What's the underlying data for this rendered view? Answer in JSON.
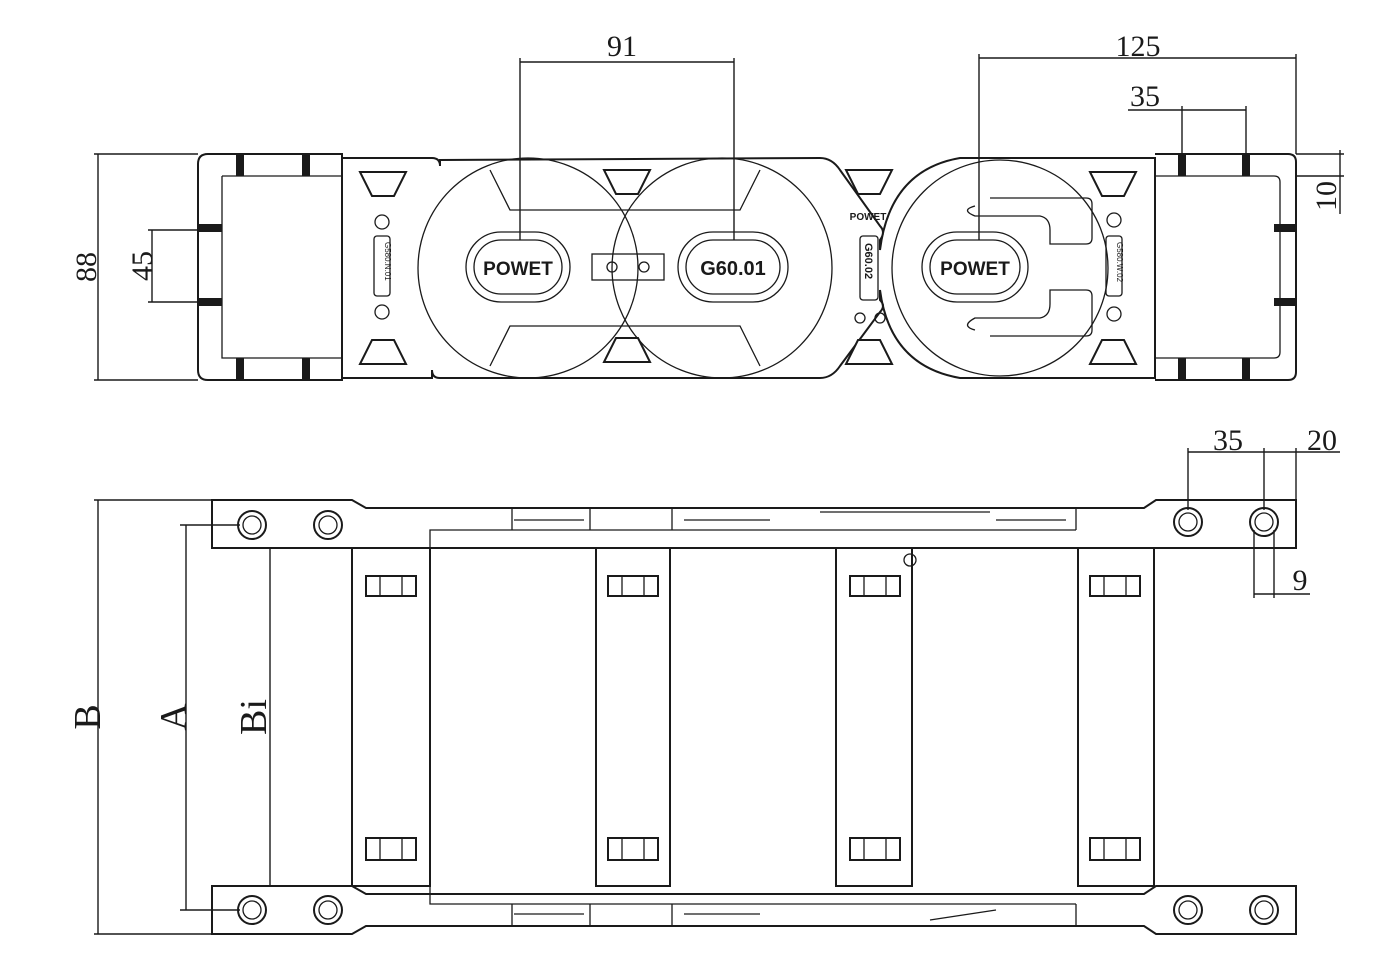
{
  "top_view": {
    "brand_left": "POWET",
    "model_center": "G60.01",
    "model_mid": "G60.02",
    "brand_mid": "POWET",
    "brand_right": "POWET",
    "side_tag_left": "G580.N.01",
    "side_tag_right": "G580.W.02",
    "dim_pitch": "91",
    "dim_end_length": "125",
    "dim_hole_spacing": "35",
    "dim_offset": "10",
    "dim_height": "88",
    "dim_inner": "45"
  },
  "bottom_view": {
    "dim_hole_spacing": "35",
    "dim_edge": "20",
    "dim_hole_dia": "9",
    "label_B": "B",
    "label_A": "A",
    "label_Bi": "Bi"
  }
}
